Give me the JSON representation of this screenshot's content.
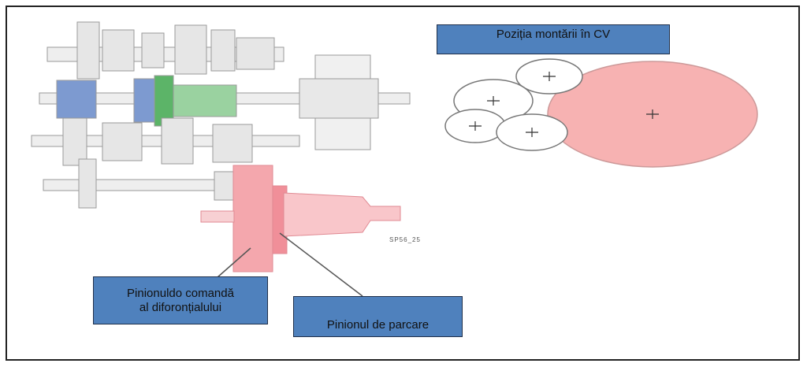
{
  "labels": {
    "mount_position": "Poziția montării în CV",
    "diff_drive_pinion_line1": "Pinionuldo comandă",
    "diff_drive_pinion_line2": "al diforonțialului",
    "parking_pinion": "Pinionul de parcare"
  },
  "figure_code": "SP56_25",
  "colors": {
    "label_fill": "#4f81bd",
    "highlight_pink": "#f4a7ad",
    "gear_blue": "#6d8fc6",
    "gear_green": "#4fae5a"
  }
}
